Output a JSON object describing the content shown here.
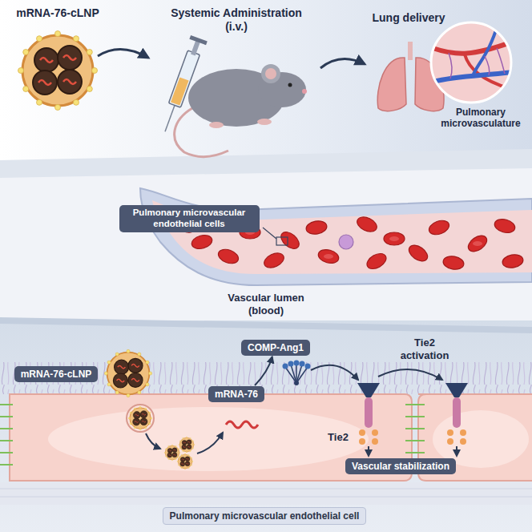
{
  "diagram": {
    "nodes": [
      {
        "text": [
          "Pulmonary microvascular endothelial cells"
        ]
      },
      {
        "text": [
          "mRNA-76-cLNP"
        ]
      },
      {
        "text": [
          "COMP-Ang1"
        ]
      },
      {
        "text": [
          "mRNA-76"
        ]
      },
      {
        "text": [
          "Vascular stabilization"
        ]
      },
      {
        "text": [
          "Pulmonary microvascular endothelial cell"
        ]
      }
    ],
    "edges": [
      {
        "from": 3,
        "to": 2,
        "arrow": "to"
      }
    ],
    "labels": [
      "mRNA-76-cLNP",
      "Systemic Administration (i.v.)",
      "Lung delivery",
      "Pulmonary microvasculature",
      "Vascular lumen (blood)",
      "Tie2 activation",
      "Tie2"
    ]
  }
}
